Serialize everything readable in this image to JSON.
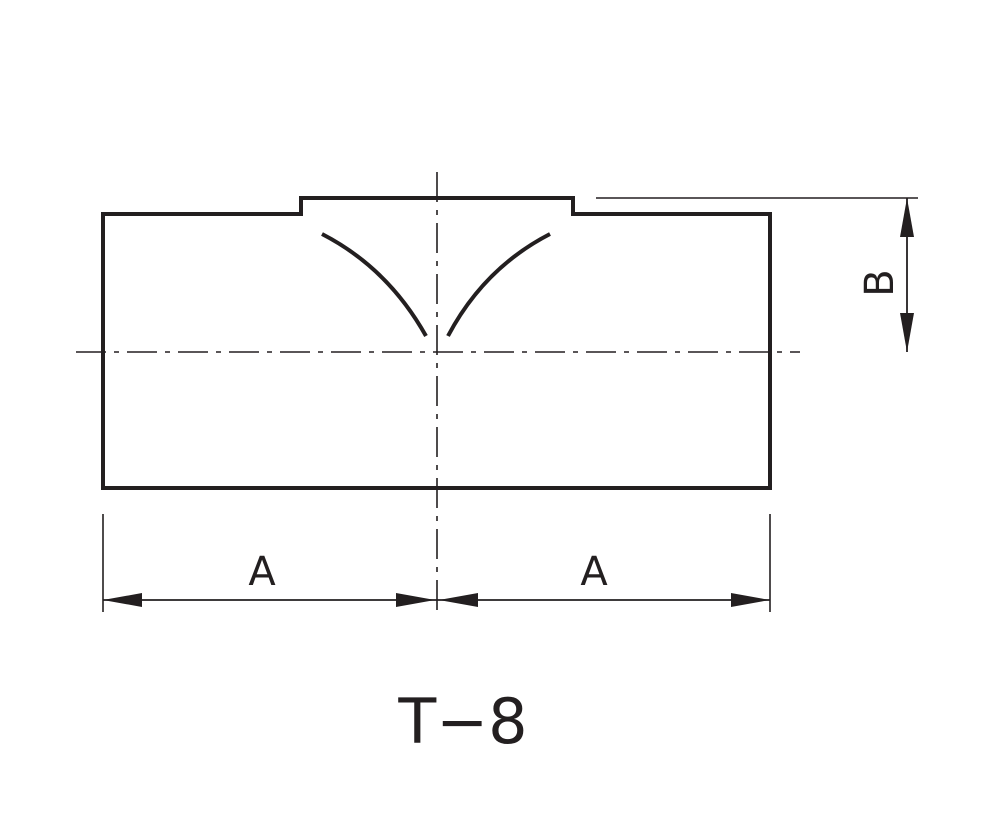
{
  "drawing": {
    "label": "T−8",
    "dimensions": {
      "width_left": "A",
      "width_right": "A",
      "height": "B"
    },
    "colors": {
      "line": "#231f20",
      "background": "#ffffff"
    }
  }
}
